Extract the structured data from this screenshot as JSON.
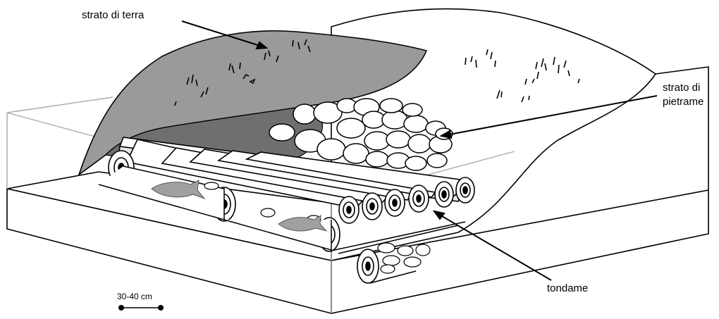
{
  "labels": {
    "strato_terra": "strato di terra",
    "strato_pietrame_line1": "strato di",
    "strato_pietrame_line2": "pietrame",
    "tondame": "tondame"
  },
  "scale_bar": {
    "label": "30-40 cm"
  },
  "colors": {
    "earth_layer": "#9a9a9a",
    "outline": "#000000",
    "background": "#ffffff",
    "box_edges": "#a8a8a8",
    "fish": "#a0a0a0"
  }
}
